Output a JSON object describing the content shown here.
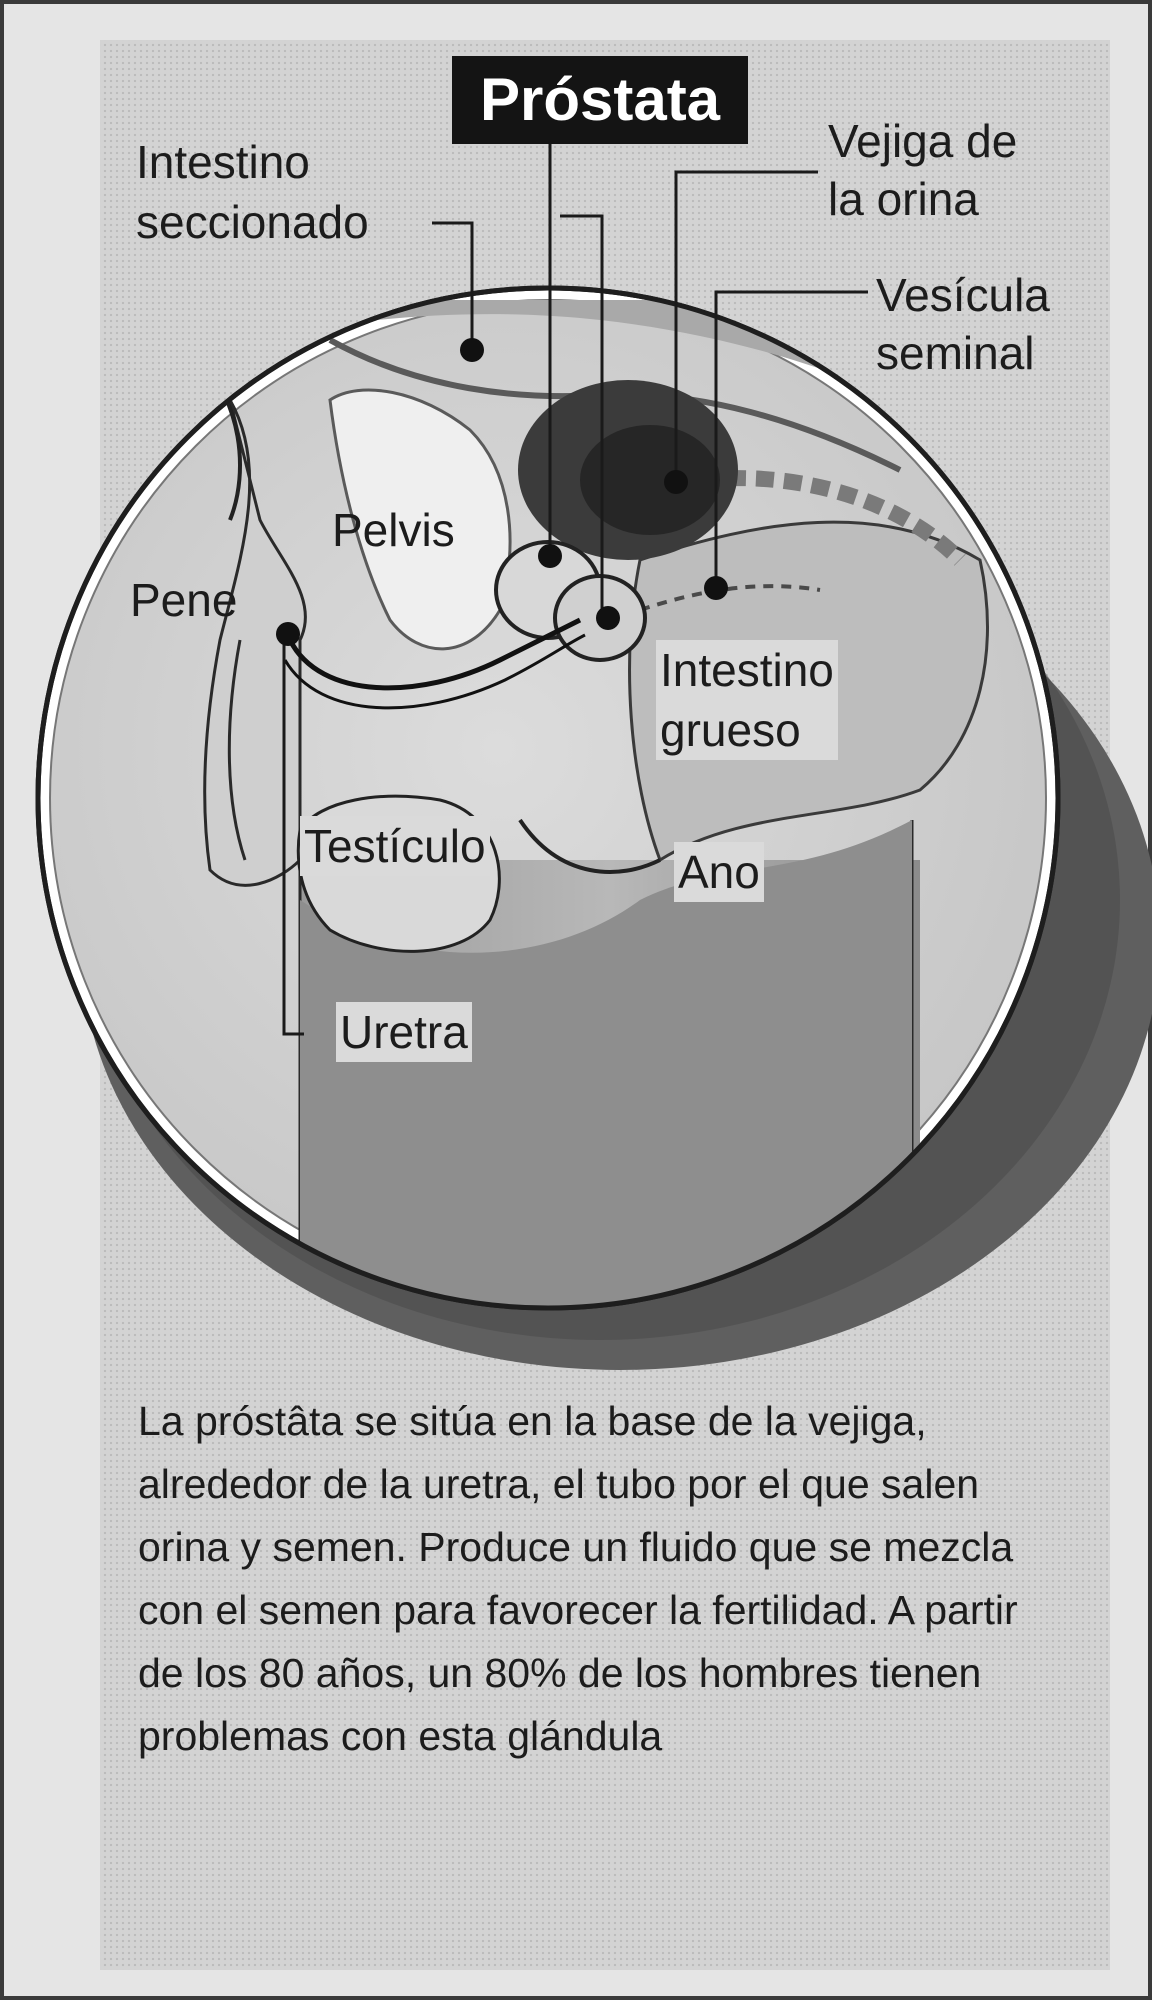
{
  "diagram": {
    "title": "Próstata",
    "labels": {
      "intestino_seccionado": "Intestino\nseccionado",
      "vejiga": "Vejiga de\nla orina",
      "vesicula": "Vesícula\nseminal",
      "pelvis": "Pelvis",
      "pene": "Pene",
      "intestino_grueso": "Intestino\ngrueso",
      "testiculo": "Testículo",
      "ano": "Ano",
      "uretra": "Uretra"
    },
    "caption": "La próstâta se sitúa en la base de la vejiga, alrededor de la uretra, el tubo por el que salen orina y semen. Produce un fluido que se mezcla con el semen para favorecer la fertilidad. A partir de los 80 años, un 80% de los hombres tienen problemas con esta glándula"
  }
}
